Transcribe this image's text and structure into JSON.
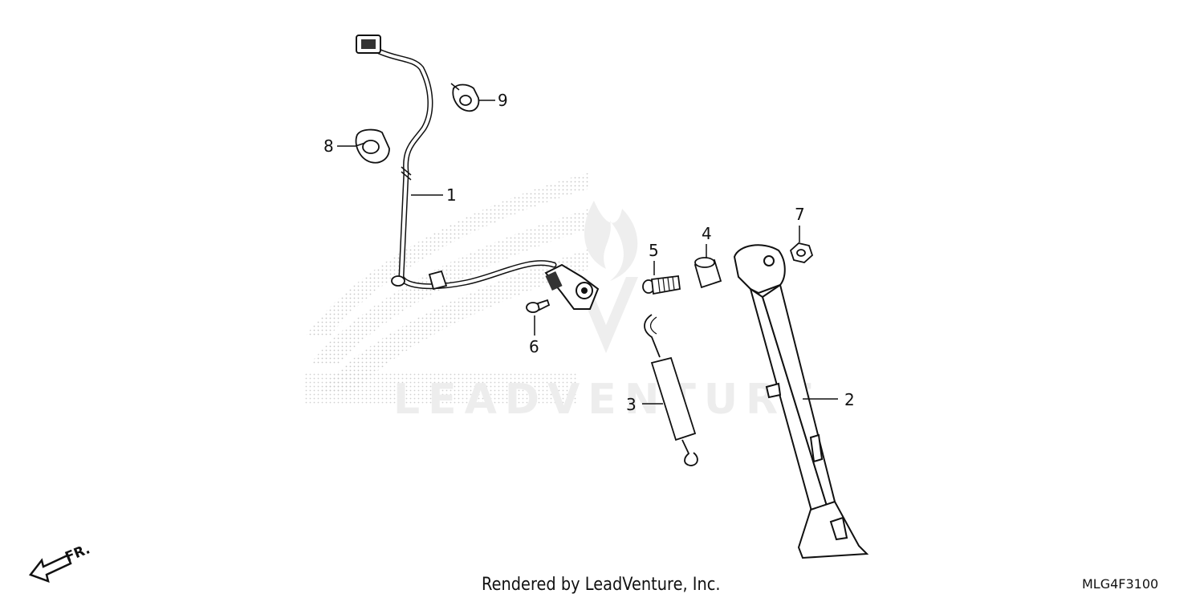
{
  "diagram": {
    "callouts": [
      {
        "id": "1",
        "label": "1"
      },
      {
        "id": "2",
        "label": "2"
      },
      {
        "id": "3",
        "label": "3"
      },
      {
        "id": "4",
        "label": "4"
      },
      {
        "id": "5",
        "label": "5"
      },
      {
        "id": "6",
        "label": "6"
      },
      {
        "id": "7",
        "label": "7"
      },
      {
        "id": "8",
        "label": "8"
      },
      {
        "id": "9",
        "label": "9"
      }
    ],
    "direction_label": "FR.",
    "watermark_text": "LEADVENTURE",
    "footer_credit": "Rendered by LeadVenture, Inc.",
    "diagram_code": "MLG4F3100"
  }
}
